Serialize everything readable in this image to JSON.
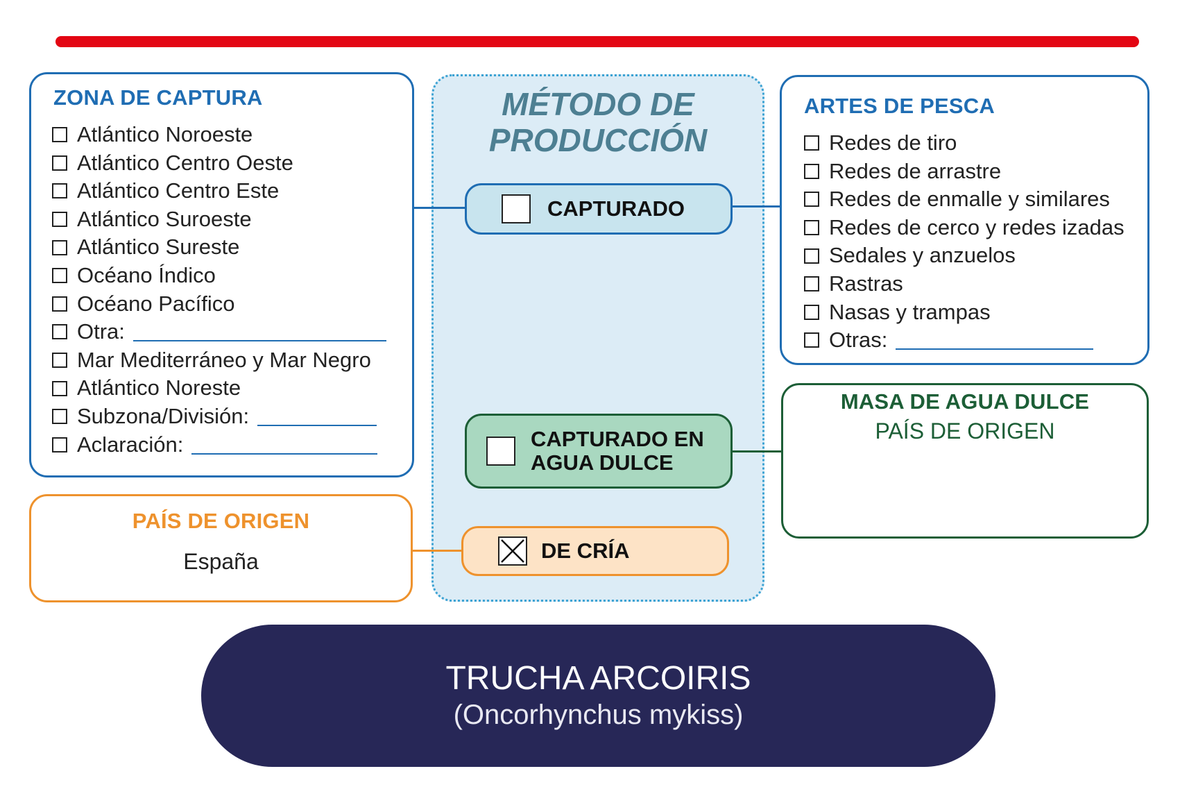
{
  "zona": {
    "title": "ZONA DE CAPTURA",
    "items": [
      "Atlántico Noroeste",
      "Atlántico Centro Oeste",
      "Atlántico Centro Este",
      "Atlántico Suroeste",
      "Atlántico Sureste",
      "Océano Índico",
      "Océano Pacífico",
      "Otra:",
      "Mar Mediterráneo y Mar Negro",
      "Atlántico Noreste",
      "Subzona/División:",
      "Aclaración:"
    ]
  },
  "pais": {
    "title": "PAÍS DE ORIGEN",
    "value": "España"
  },
  "metodo": {
    "title_line1": "MÉTODO DE",
    "title_line2": "PRODUCCIÓN",
    "capturado": "CAPTURADO",
    "agua_line1": "CAPTURADO EN",
    "agua_line2": "AGUA DULCE",
    "cria": "DE CRÍA"
  },
  "artes": {
    "title": "ARTES DE PESCA",
    "items": [
      "Redes de tiro",
      "Redes de arrastre",
      "Redes de enmalle y similares",
      "Redes de cerco y redes izadas",
      "Sedales y anzuelos",
      "Rastras",
      "Nasas y trampas",
      "Otras:"
    ]
  },
  "masa": {
    "title": "MASA DE AGUA DULCE",
    "subtitle": "PAÍS DE ORIGEN"
  },
  "species": {
    "name": "TRUCHA ARCOIRIS",
    "scientific": "(Oncorhynchus mykiss)"
  },
  "colors": {
    "red": "#e30613",
    "blue": "#1f6db3",
    "orange": "#ee922d",
    "green": "#1c5e36",
    "navy": "#272757",
    "light_blue": "#dcecf6"
  }
}
